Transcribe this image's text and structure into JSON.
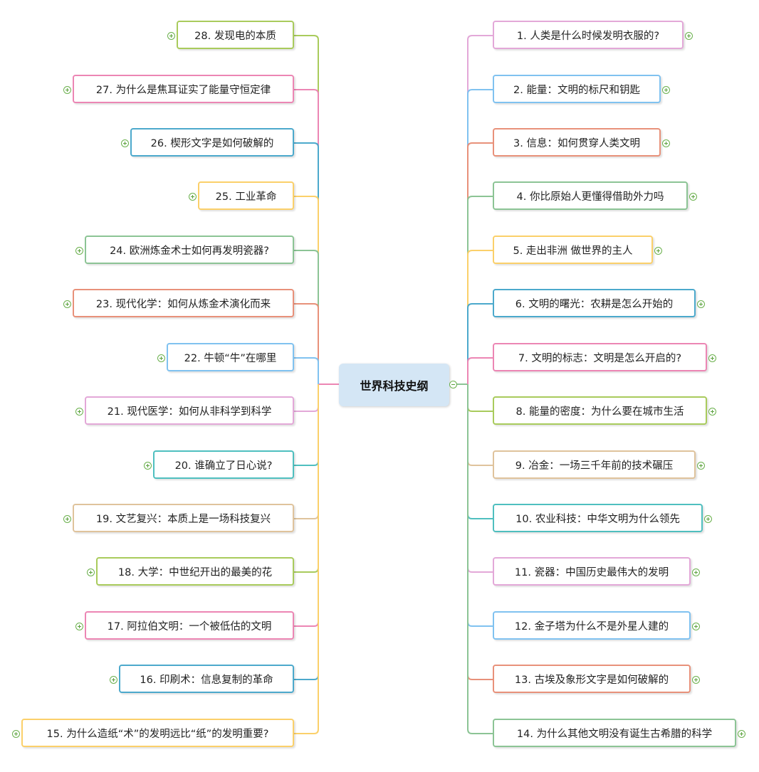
{
  "root": {
    "label": "世界科技史纲"
  },
  "colors": {
    "pink": "#e8a3d4",
    "blue": "#80c2f0",
    "salmon": "#e8917a",
    "green": "#8cc495",
    "yellow": "#fbd06a",
    "teal": "#4ca9cc",
    "hotpink": "#ec86b4",
    "lime": "#a9cb5c",
    "tan": "#dfc39c",
    "cyan": "#4fbfbf",
    "center": "#d4e6f5"
  },
  "right_nodes": [
    {
      "label": "1. 人类是什么时候发明衣服的?",
      "color": "#e3a8d8"
    },
    {
      "label": "2. 能量：文明的标尺和钥匙",
      "color": "#80c2f0"
    },
    {
      "label": "3. 信息：如何贯穿人类文明",
      "color": "#e8917a"
    },
    {
      "label": "4. 你比原始人更懂得借助外力吗",
      "color": "#8cc495"
    },
    {
      "label": "5. 走出非洲 做世界的主人",
      "color": "#fbd06a"
    },
    {
      "label": "6. 文明的曙光：农耕是怎么开始的",
      "color": "#4ca9cc"
    },
    {
      "label": "7. 文明的标志：文明是怎么开启的?",
      "color": "#ec86b4"
    },
    {
      "label": "8. 能量的密度：为什么要在城市生活",
      "color": "#a9cb5c"
    },
    {
      "label": "9. 冶金：一场三千年前的技术碾压",
      "color": "#dfc39c"
    },
    {
      "label": "10. 农业科技：中华文明为什么领先",
      "color": "#4fbfbf"
    },
    {
      "label": "11. 瓷器：中国历史最伟大的发明",
      "color": "#e3a8d8"
    },
    {
      "label": "12. 金子塔为什么不是外星人建的",
      "color": "#80c2f0"
    },
    {
      "label": "13. 古埃及象形文字是如何破解的",
      "color": "#e8917a"
    },
    {
      "label": "14. 为什么其他文明没有诞生古希腊的科学",
      "color": "#8cc495"
    }
  ],
  "left_nodes": [
    {
      "label": "28. 发现电的本质",
      "color": "#a9cb5c"
    },
    {
      "label": "27. 为什么是焦耳证实了能量守恒定律",
      "color": "#ec86b4"
    },
    {
      "label": "26. 楔形文字是如何破解的",
      "color": "#4ca9cc"
    },
    {
      "label": "25. 工业革命",
      "color": "#fbd06a"
    },
    {
      "label": "24. 欧洲炼金术士如何再发明瓷器?",
      "color": "#8cc495"
    },
    {
      "label": "23. 现代化学：如何从炼金术演化而来",
      "color": "#e8917a"
    },
    {
      "label": "22. 牛顿“牛”在哪里",
      "color": "#80c2f0"
    },
    {
      "label": "21. 现代医学：如何从非科学到科学",
      "color": "#e3a8d8"
    },
    {
      "label": "20. 谁确立了日心说?",
      "color": "#4fbfbf"
    },
    {
      "label": "19. 文艺复兴：本质上是一场科技复兴",
      "color": "#dfc39c"
    },
    {
      "label": "18. 大学：中世纪开出的最美的花",
      "color": "#a9cb5c"
    },
    {
      "label": "17. 阿拉伯文明：一个被低估的文明",
      "color": "#ec86b4"
    },
    {
      "label": "16. 印刷术：信息复制的革命",
      "color": "#4ca9cc"
    },
    {
      "label": "15. 为什么造纸“术”的发明远比“纸”的发明重要?",
      "color": "#fbd06a"
    }
  ]
}
